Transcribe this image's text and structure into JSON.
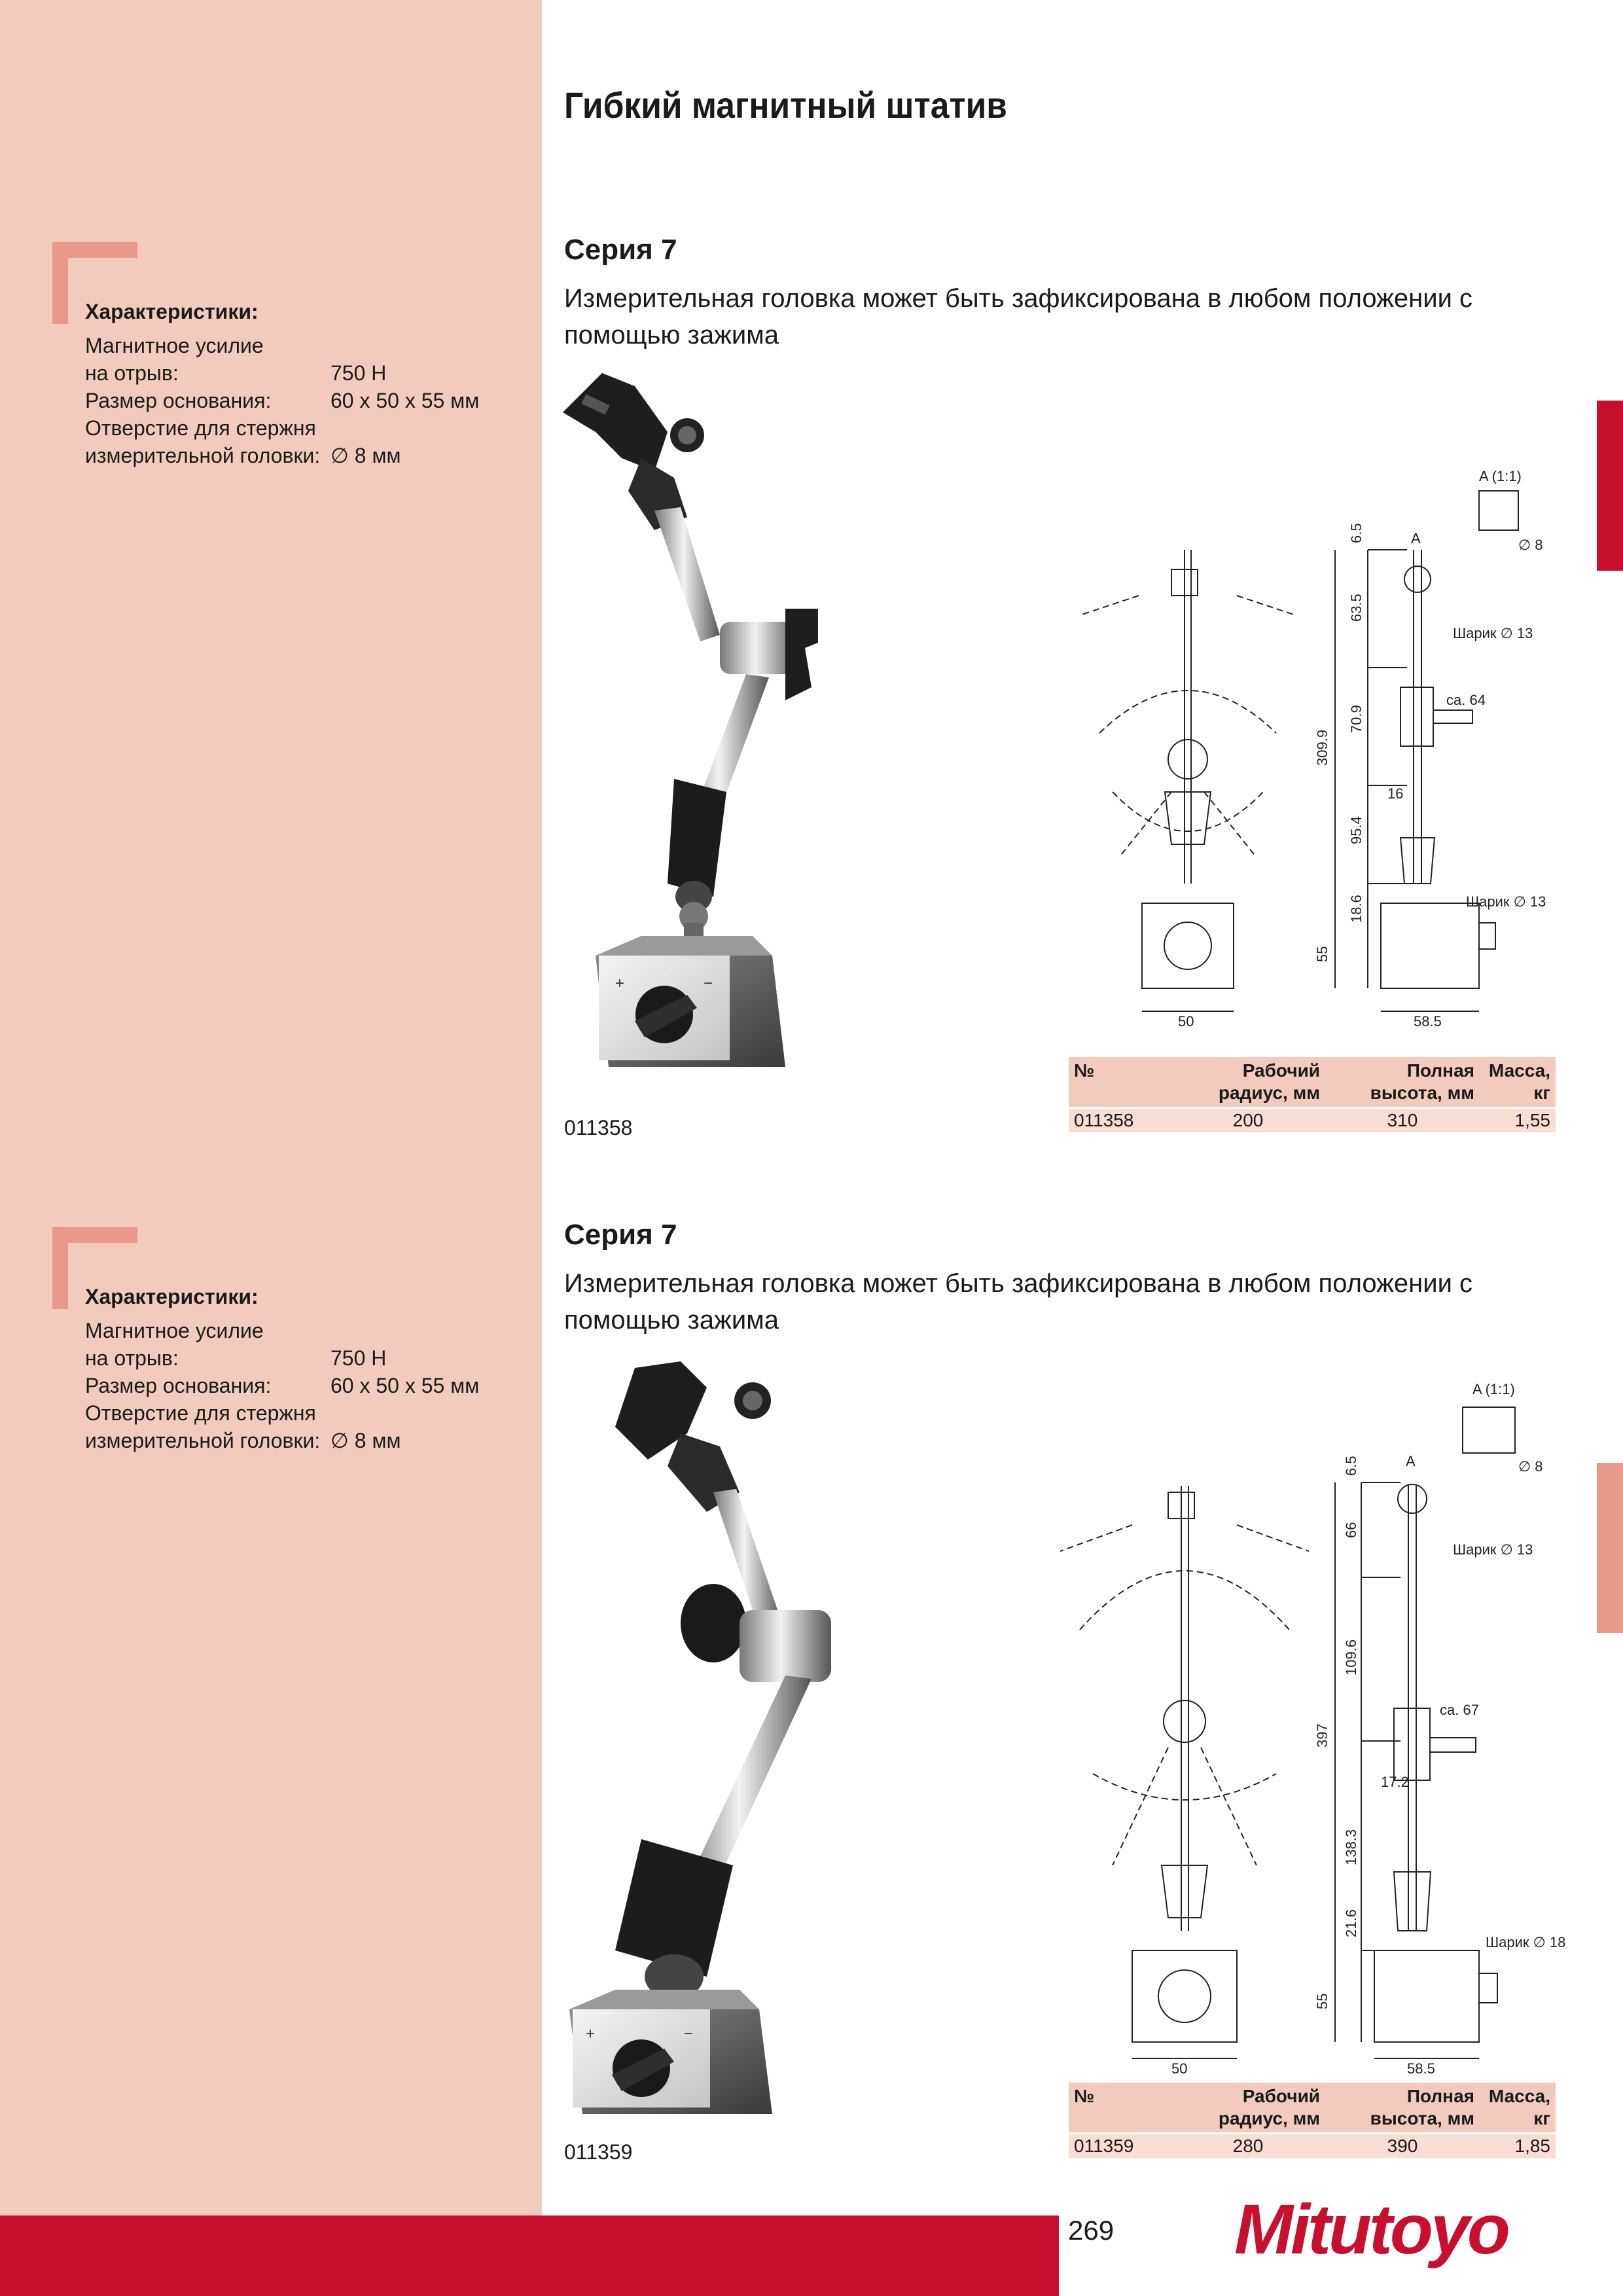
{
  "page_title": "Гибкий магнитный штатив",
  "sections": [
    {
      "spec_heading": "Характеристики:",
      "specs": [
        {
          "label": "Магнитное усилие",
          "value": ""
        },
        {
          "label": "на отрыв:",
          "value": "750 Н"
        },
        {
          "label": "Размер основания:",
          "value": "60 x 50 x 55 мм"
        },
        {
          "label": "Отверстие для стержня",
          "value": ""
        },
        {
          "label": "измерительной головки:",
          "value": "∅ 8 мм"
        }
      ],
      "series_title": "Серия 7",
      "description": "Измерительная головка может быть зафиксирована в любом положении с помощью зажима",
      "product_code": "011358",
      "drawing": {
        "view_label": "A (1:1)",
        "view_letter": "A",
        "hole": "∅ 8",
        "ball_top": "Шарик ∅ 13",
        "ball_bottom": "Шарик ∅ 13",
        "ca": "ca. 64",
        "d16": "16",
        "v65": "6.5",
        "v635": "63.5",
        "v709": "70.9",
        "v3099": "309.9",
        "v954": "95.4",
        "v186": "18.6",
        "v55": "55",
        "w50": "50",
        "w585": "58.5"
      },
      "table": {
        "headers": [
          "№",
          "Рабочий радиус, мм",
          "Полная высота, мм",
          "Масса, кг"
        ],
        "rows": [
          [
            "011358",
            "200",
            "310",
            "1,55"
          ]
        ]
      }
    },
    {
      "spec_heading": "Характеристики:",
      "specs": [
        {
          "label": "Магнитное усилие",
          "value": ""
        },
        {
          "label": "на отрыв:",
          "value": "750 Н"
        },
        {
          "label": "Размер основания:",
          "value": "60 x 50 x 55 мм"
        },
        {
          "label": "Отверстие для стержня",
          "value": ""
        },
        {
          "label": "измерительной головки:",
          "value": "∅ 8 мм"
        }
      ],
      "series_title": "Серия 7",
      "description": "Измерительная головка может быть зафиксирована в любом положении с помощью зажима",
      "product_code": "011359",
      "drawing": {
        "view_label": "A (1:1)",
        "view_letter": "A",
        "hole": "∅ 8",
        "ball_top": "Шарик ∅ 13",
        "ball_bottom": "Шарик ∅ 18",
        "ca": "ca. 67",
        "d16": "17.2",
        "v65": "6.5",
        "v635": "66",
        "v709": "109.6",
        "v3099": "397",
        "v954": "138.3",
        "v186": "21.6",
        "v55": "55",
        "w50": "50",
        "w585": "58.5"
      },
      "table": {
        "headers": [
          "№",
          "Рабочий радиус, мм",
          "Полная высота, мм",
          "Масса, кг"
        ],
        "rows": [
          [
            "011359",
            "280",
            "390",
            "1,85"
          ]
        ]
      }
    }
  ],
  "page_number": "269",
  "logo_text": "Mitutoyo",
  "colors": {
    "brand_red": "#c8102e",
    "sidebar_pink": "#f2cbbc",
    "accent_salmon": "#e8998a"
  }
}
